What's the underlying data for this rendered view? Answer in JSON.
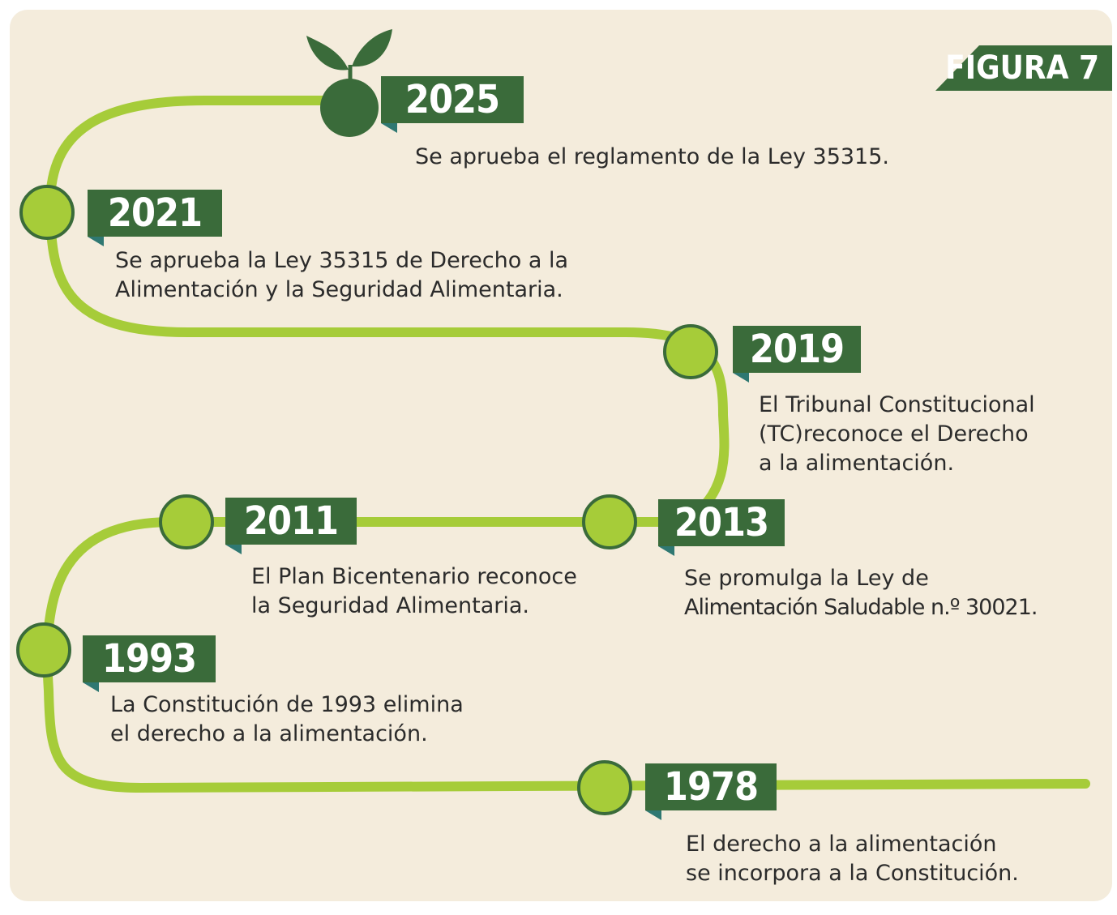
{
  "figure_label": "FIGURA 7",
  "colors": {
    "background": "#f4ecdc",
    "line": "#a6cc39",
    "dark_green": "#3a6b3a",
    "tab_teal": "#2f7872"
  },
  "events": [
    {
      "year": "2025",
      "text": [
        "Se aprueba el reglamento de la Ley 35315."
      ]
    },
    {
      "year": "2021",
      "text": [
        "Se aprueba la Ley 35315 de Derecho a la",
        "Alimentación y la Seguridad Alimentaria."
      ]
    },
    {
      "year": "2019",
      "text": [
        "El Tribunal Constitucional",
        "(TC)reconoce el Derecho",
        "a la alimentación."
      ]
    },
    {
      "year": "2013",
      "text": [
        "Se promulga la Ley de",
        "Alimentación Saludable n.º 30021."
      ]
    },
    {
      "year": "2011",
      "text": [
        "El Plan Bicentenario reconoce",
        "la Seguridad Alimentaria."
      ]
    },
    {
      "year": "1993",
      "text": [
        "La Constitución de 1993 elimina",
        "el derecho a la alimentación."
      ]
    },
    {
      "year": "1978",
      "text": [
        "El derecho a la alimentación",
        "se incorpora a la Constitución."
      ]
    }
  ]
}
